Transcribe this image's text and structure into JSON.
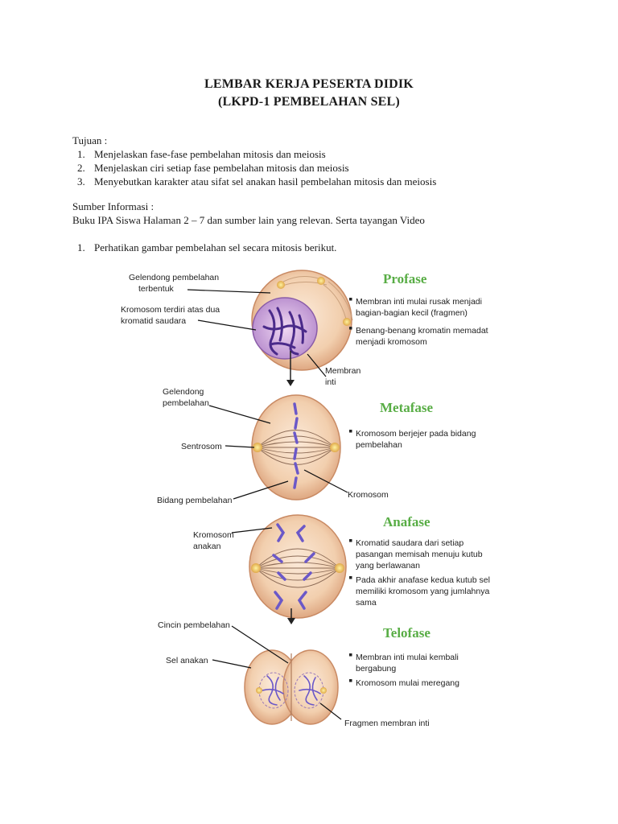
{
  "header": {
    "title_line1": "LEMBAR KERJA PESERTA DIDIK",
    "title_line2": "(LKPD-1 PEMBELAHAN SEL)"
  },
  "tujuan": {
    "heading": "Tujuan :",
    "items": [
      {
        "num": "1.",
        "text": "Menjelaskan fase-fase pembelahan mitosis dan meiosis"
      },
      {
        "num": "2.",
        "text": "Menjelaskan ciri setiap fase pembelahan mitosis dan meiosis"
      },
      {
        "num": "3.",
        "text": "Menyebutkan karakter atau sifat sel anakan hasil pembelahan mitosis dan meiosis"
      }
    ]
  },
  "sumber": {
    "heading": "Sumber Informasi :",
    "text": "Buku IPA Siswa Halaman 2 – 7 dan sumber lain yang relevan. Serta tayangan Video"
  },
  "question": {
    "num": "1.",
    "text": "Perhatikan gambar pembelahan sel secara mitosis berikut."
  },
  "diagram": {
    "profase": {
      "title": "Profase",
      "labels": {
        "gelendong_1": "Gelendong pembelahan",
        "gelendong_2": "terbentuk",
        "kromosom_1": "Kromosom terdiri atas dua",
        "kromosom_2": "kromatid saudara",
        "membran_1": "Membran",
        "membran_2": "inti"
      },
      "desc": [
        [
          "Membran inti mulai rusak menjadi",
          "bagian-bagian kecil (fragmen)"
        ],
        [
          "Benang-benang kromatin memadat",
          "menjadi kromosom"
        ]
      ]
    },
    "metafase": {
      "title": "Metafase",
      "labels": {
        "gelendong_1": "Gelendong",
        "gelendong_2": "pembelahan",
        "sentrosom": "Sentrosom",
        "bidang": "Bidang pembelahan",
        "kromosom": "Kromosom"
      },
      "desc": [
        [
          "Kromosom berjejer pada bidang",
          "pembelahan"
        ]
      ]
    },
    "anafase": {
      "title": "Anafase",
      "labels": {
        "kromosom_1": "Kromosom",
        "kromosom_2": "anakan"
      },
      "desc": [
        [
          "Kromatid saudara dari setiap",
          "pasangan memisah menuju kutub",
          "yang berlawanan"
        ],
        [
          "Pada akhir anafase kedua kutub sel",
          "memiliki kromosom yang jumlahnya",
          "sama"
        ]
      ]
    },
    "telofase": {
      "title": "Telofase",
      "labels": {
        "cincin": "Cincin pembelahan",
        "sel_anakan": "Sel anakan",
        "fragmen": "Fragmen membran inti"
      },
      "desc": [
        [
          "Membran inti mulai kembali",
          "bergabung"
        ],
        [
          "Kromosom mulai meregang"
        ]
      ]
    }
  }
}
